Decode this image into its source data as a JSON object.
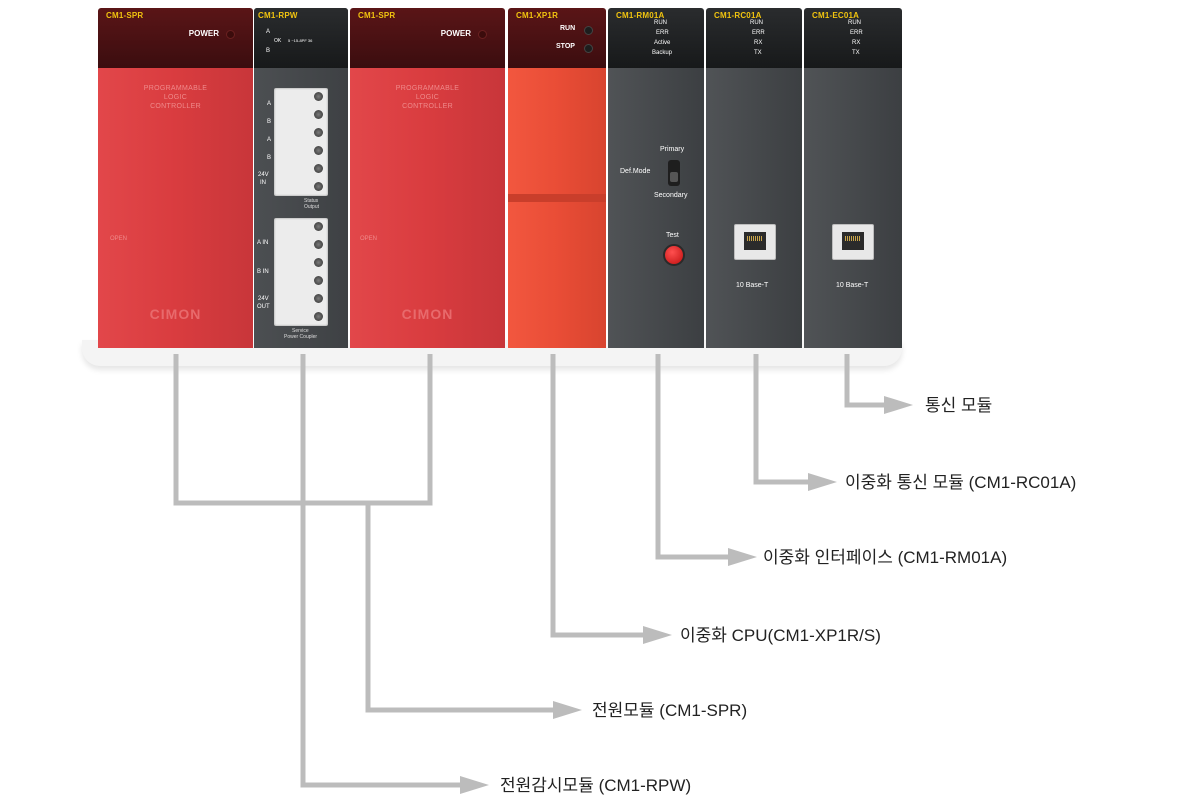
{
  "modules": {
    "spr1": {
      "title": "CM1-SPR",
      "power": "POWER",
      "face_line1": "PROGRAMMABLE",
      "face_line2": "LOGIC",
      "face_line3": "CONTROLLER",
      "open": "OPEN",
      "brand": "CIMON"
    },
    "rpw": {
      "title": "CM1-RPW",
      "led_a": "A",
      "led_b": "B",
      "ok": "OK",
      "range": "5 ~15-8PF 36",
      "pin_a1": "A",
      "pin_b1": "B",
      "pin_a2": "A",
      "pin_b2": "B",
      "in24": "24V",
      "in24b": "IN",
      "status1": "Status",
      "status2": "Output",
      "ain": "A IN",
      "bin": "B IN",
      "out24": "24V",
      "out24b": "OUT",
      "service1": "Service",
      "service2": "Power Coupler"
    },
    "spr2": {
      "title": "CM1-SPR",
      "power": "POWER",
      "face_line1": "PROGRAMMABLE",
      "face_line2": "LOGIC",
      "face_line3": "CONTROLLER",
      "open": "OPEN",
      "brand": "CIMON"
    },
    "xp1r": {
      "title": "CM1-XP1R",
      "run": "RUN",
      "stop": "STOP"
    },
    "rm01a": {
      "title": "CM1-RM01A",
      "run": "RUN",
      "err": "ERR",
      "active": "Active",
      "backup": "Backup",
      "primary": "Primary",
      "defmode": "Def.Mode",
      "secondary": "Secondary",
      "test": "Test"
    },
    "rc01a": {
      "title": "CM1-RC01A",
      "run": "RUN",
      "err": "ERR",
      "rx": "RX",
      "tx": "TX",
      "port": "10 Base-T"
    },
    "ec01a": {
      "title": "CM1-EC01A",
      "run": "RUN",
      "err": "ERR",
      "rx": "RX",
      "tx": "TX",
      "port": "10 Base-T"
    }
  },
  "callouts": {
    "comm": "통신 모듈",
    "rc01a": "이중화 통신 모듈  (CM1-RC01A)",
    "rm01a": "이중화 인터페이스  (CM1-RM01A)",
    "cpu": "이중화  CPU(CM1-XP1R/S)",
    "spr": "전원모듈 (CM1-SPR)",
    "rpw": "전원감시모듈 (CM1-RPW)"
  },
  "colors": {
    "line": "#bcbcbc",
    "module_red": "#d93c3f",
    "module_dark": "#46494c",
    "module_orange": "#e94d36",
    "title_yellow": "#f1c40f"
  }
}
